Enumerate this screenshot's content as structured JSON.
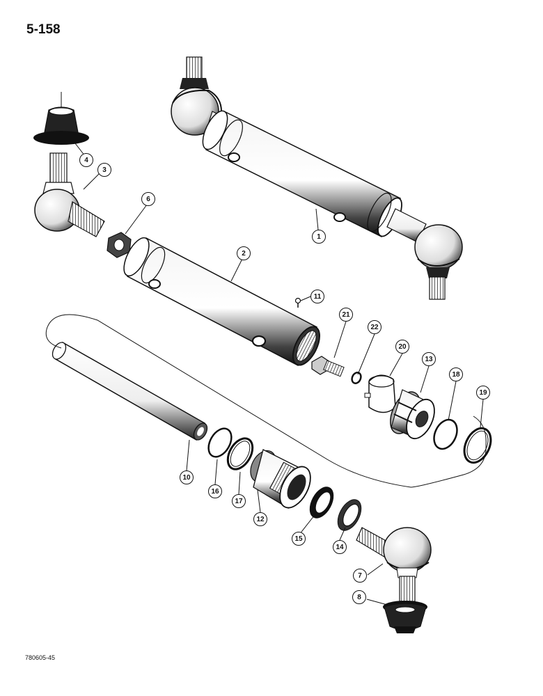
{
  "page": {
    "number": "5-158",
    "figure_code": "780605-45"
  },
  "callouts": [
    "1",
    "2",
    "3",
    "4",
    "6",
    "7",
    "8",
    "10",
    "11",
    "12",
    "13",
    "14",
    "15",
    "16",
    "17",
    "18",
    "19",
    "20",
    "21",
    "22"
  ],
  "colors": {
    "ink": "#111111",
    "paper": "#ffffff",
    "shade": "#2a2a2a"
  }
}
